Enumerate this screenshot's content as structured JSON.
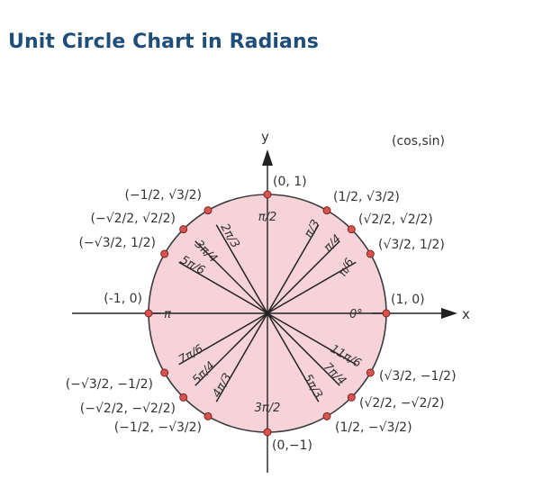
{
  "title": "Unit Circle Chart in Radians",
  "legend": "(cos,sin)",
  "axes": {
    "x": "x",
    "y": "y"
  },
  "colors": {
    "title": "#1f4e79",
    "circle_fill": "#f6d3d9",
    "circle_stroke": "#3b3b3b",
    "point": "#d9534f",
    "line": "#222222"
  },
  "points": [
    {
      "id": "0",
      "angle_deg": 0,
      "angle_label": "0°",
      "coord": "(1, 0)"
    },
    {
      "id": "pi6",
      "angle_deg": 30,
      "angle_label": "π/6",
      "coord": "(√3/2, 1/2)"
    },
    {
      "id": "pi4",
      "angle_deg": 45,
      "angle_label": "π/4",
      "coord": "(√2/2, √2/2)"
    },
    {
      "id": "pi3",
      "angle_deg": 60,
      "angle_label": "π/3",
      "coord": "(1/2, √3/2)"
    },
    {
      "id": "pi2",
      "angle_deg": 90,
      "angle_label": "π/2",
      "coord": "(0, 1)"
    },
    {
      "id": "2pi3",
      "angle_deg": 120,
      "angle_label": "2π/3",
      "coord": "(−1/2, √3/2)"
    },
    {
      "id": "3pi4",
      "angle_deg": 135,
      "angle_label": "3π/4",
      "coord": "(−√2/2, √2/2)"
    },
    {
      "id": "5pi6",
      "angle_deg": 150,
      "angle_label": "5π/6",
      "coord": "(−√3/2, 1/2)"
    },
    {
      "id": "pi",
      "angle_deg": 180,
      "angle_label": "π",
      "coord": "(-1, 0)"
    },
    {
      "id": "7pi6",
      "angle_deg": 210,
      "angle_label": "7π/6",
      "coord": "(−√3/2, −1/2)"
    },
    {
      "id": "5pi4",
      "angle_deg": 225,
      "angle_label": "5π/4",
      "coord": "(−√2/2, −√2/2)"
    },
    {
      "id": "4pi3",
      "angle_deg": 240,
      "angle_label": "4π/3",
      "coord": "(−1/2, −√3/2)"
    },
    {
      "id": "3pi2",
      "angle_deg": 270,
      "angle_label": "3π/2",
      "coord": "(0,−1)"
    },
    {
      "id": "5pi3",
      "angle_deg": 300,
      "angle_label": "5π/3",
      "coord": "(1/2, −√3/2)"
    },
    {
      "id": "7pi4",
      "angle_deg": 315,
      "angle_label": "7π/4",
      "coord": "(√2/2, −√2/2)"
    },
    {
      "id": "11pi6",
      "angle_deg": 330,
      "angle_label": "11π/6",
      "coord": "(√3/2, −1/2)"
    }
  ]
}
